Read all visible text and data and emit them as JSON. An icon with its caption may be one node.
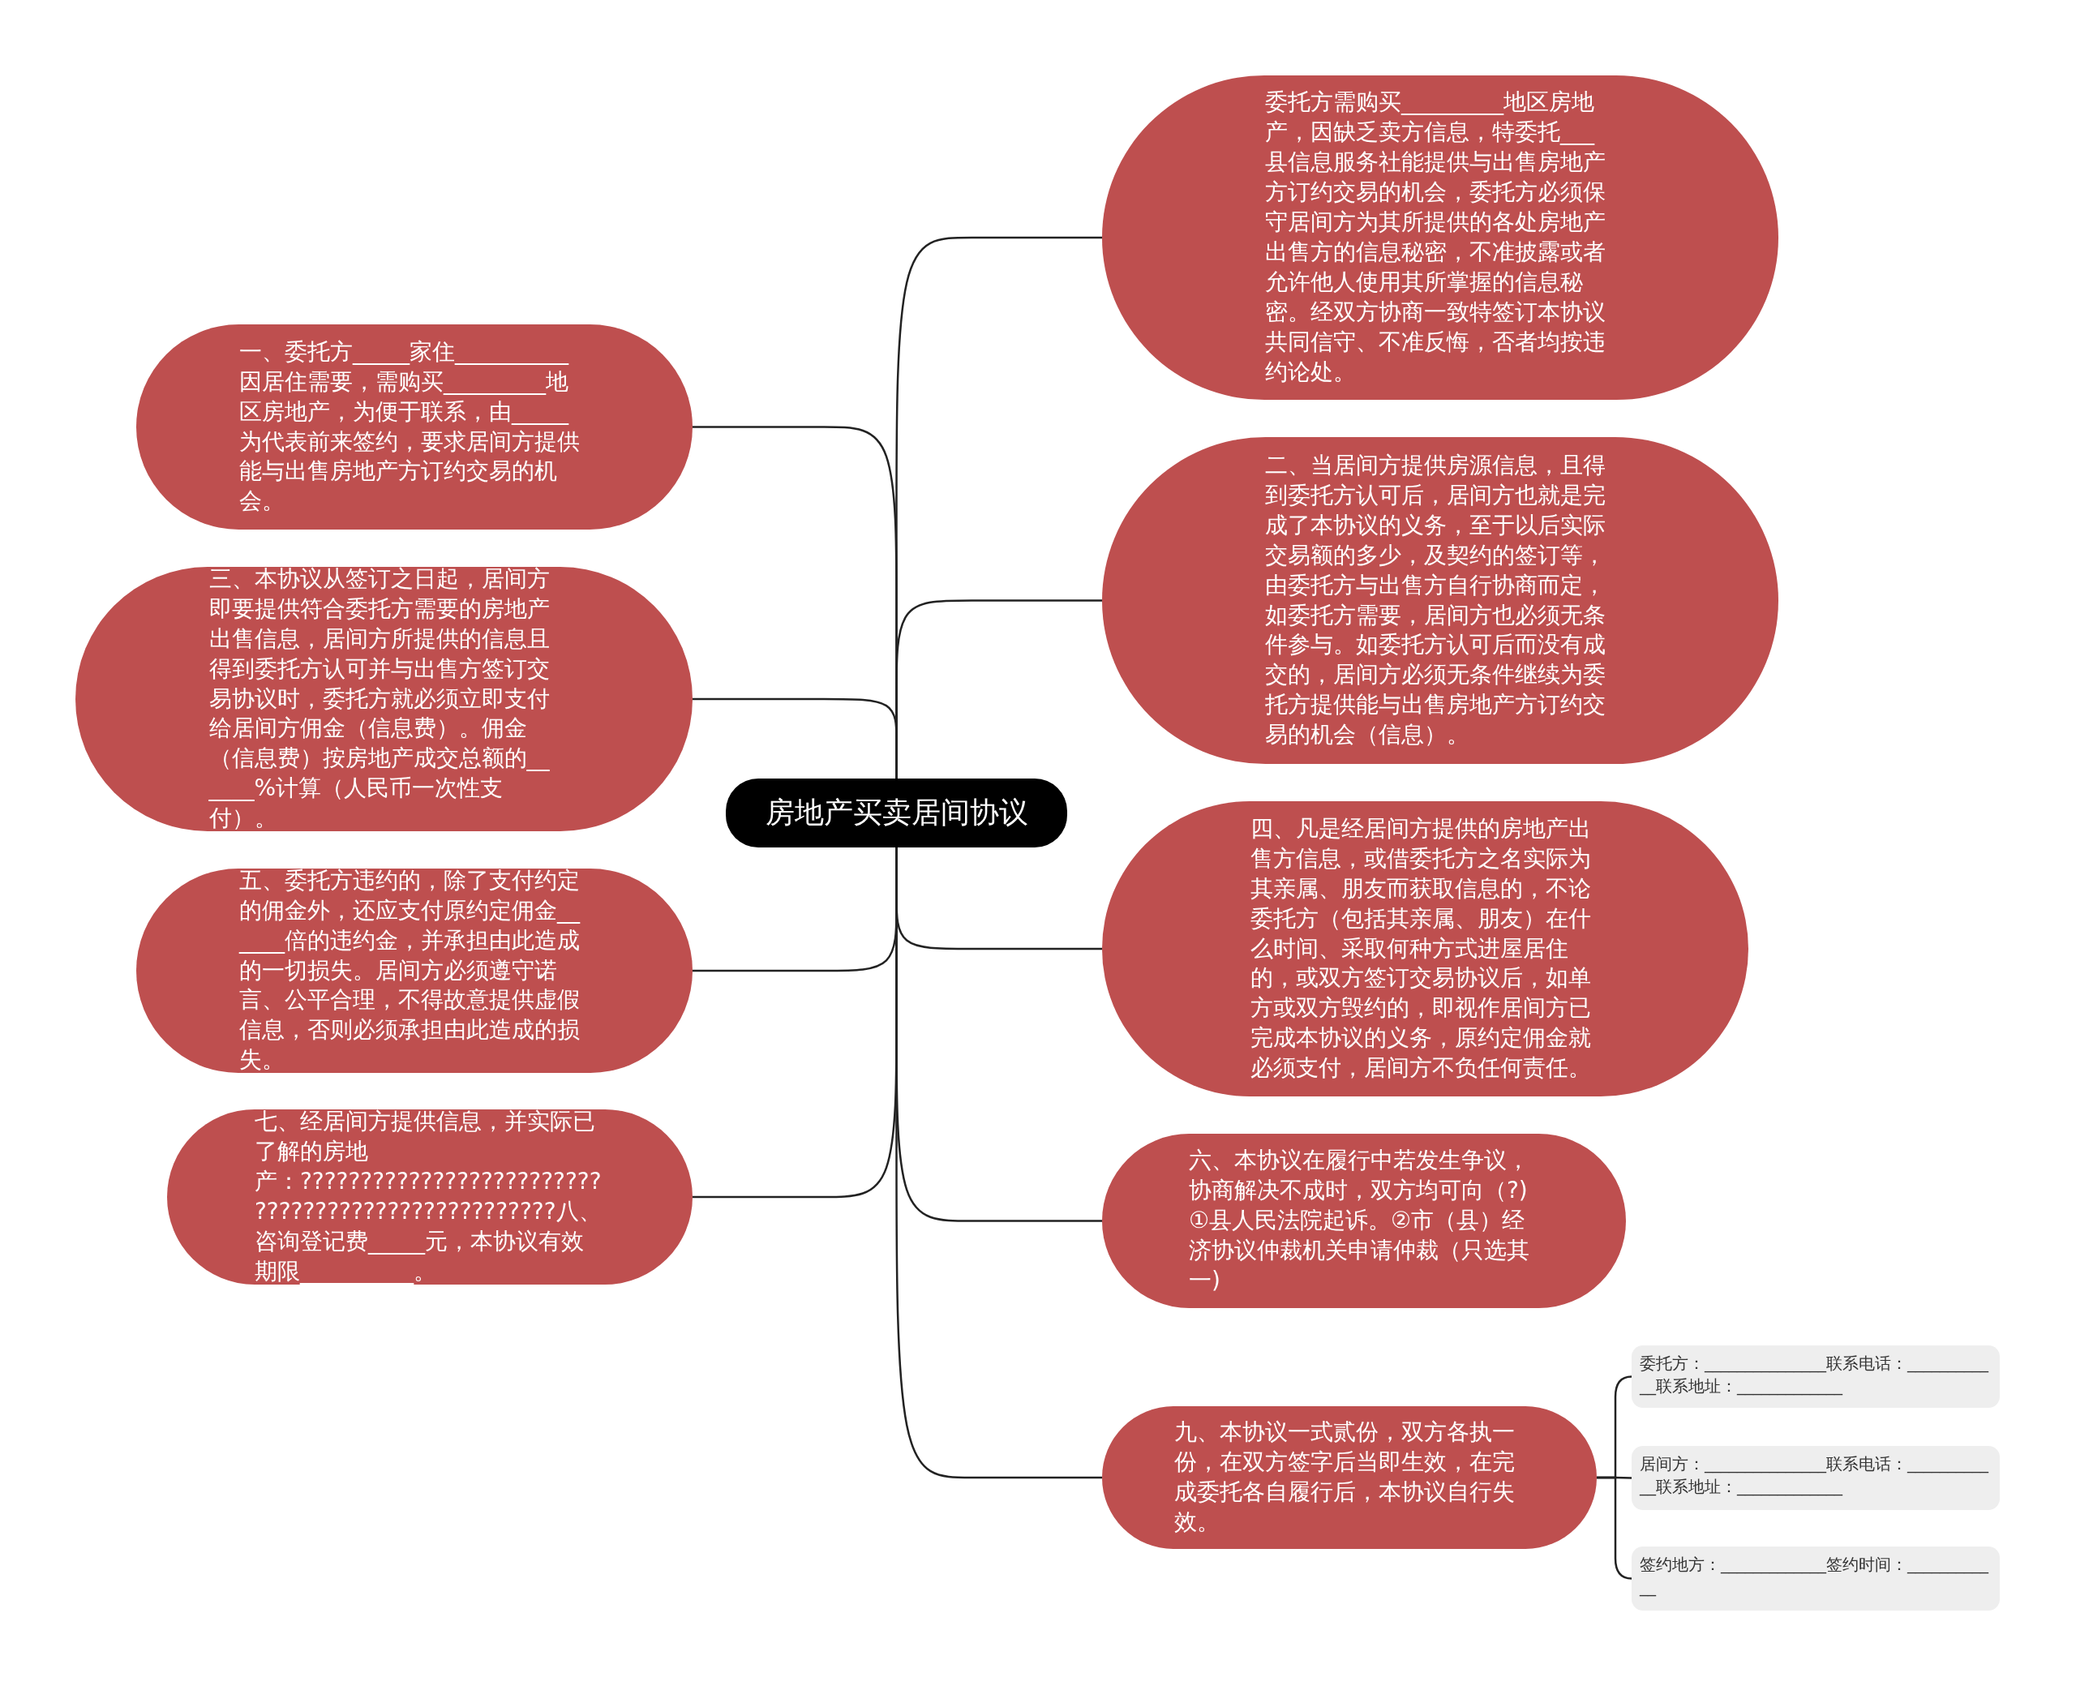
{
  "diagram": {
    "nodes": [
      {
        "text": [
          "房地产买卖居间协议"
        ]
      },
      {
        "text": [
          "委托方需购买_________地区房地产，因缺乏卖方信息，特委托___县信息服务社能提供与出售房地产方订约交易的机会，委托方必须保守居间方为其所提供的各处房地产出售方的信息秘密，不准披露或者允许他人使用其所掌握的信息秘密。经双方协商一致特签订本协议共同信守、不准反悔，否者均按违约论处。"
        ]
      },
      {
        "text": [
          "一、委托方_____家住__________因居住需要，需购买_________地区房地产，为便于联系，由_____为代表前来签约，要求居间方提供能与出售房地产方订约交易的机会。"
        ]
      },
      {
        "text": [
          "二、当居间方提供房源信息，且得到委托方认可后，居间方也就是完成了本协议的义务，至于以后实际交易额的多少，及契约的签订等，由委托方与出售方自行协商而定，如委托方需要，居间方也必须无条件参与。如委托方认可后而没有成交的，居间方必须无条件继续为委托方提供能与出售房地产方订约交易的机会（信息）。"
        ]
      },
      {
        "text": [
          "三、本协议从签订之日起，居间方即要提供符合委托方需要的房地产出售信息，居间方所提供的信息且得到委托方认可并与出售方签订交易协议时，委托方就必须立即支付给居间方佣金（信息费）。佣金（信息费）按房地产成交总额的______%计算（人民币一次性支付）。"
        ]
      },
      {
        "text": [
          "四、凡是经居间方提供的房地产出售方信息，或借委托方之名实际为其亲属、朋友而获取信息的，不论委托方（包括其亲属、朋友）在什么时间、采取何种方式进屋居住的，或双方签订交易协议后，如单方或双方毁约的，即视作居间方已完成本协议的义务，原约定佣金就必须支付，居间方不负任何责任。"
        ]
      },
      {
        "text": [
          "五、委托方违约的，除了支付约定的佣金外，还应支付原约定佣金______倍的违约金，并承担由此造成的一切损失。居间方必须遵守诺言、公平合理，不得故意提供虚假信息，否则必须承担由此造成的损失。"
        ]
      },
      {
        "text": [
          "六、本协议在履行中若发生争议，协商解决不成时，双方均可向（?)①县人民法院起诉。②市（县）经济协议仲裁机关申请仲裁（只选其一)"
        ]
      },
      {
        "text": [
          "七、经居间方提供信息，并实际已了解的房地产：??????????????????????????????????????????????????八、咨询登记费_____元，本协议有效期限__________。"
        ]
      },
      {
        "text": [
          "九、本协议一式贰份，双方各执一份，在双方签字后当即生效，在完成委托各自履行后，本协议自行失效。"
        ]
      },
      {
        "text": [
          "委托方：_______________联系电话：____________联系地址：_____________"
        ]
      },
      {
        "text": [
          "居间方：_______________联系电话：____________联系地址：_____________"
        ]
      },
      {
        "text": [
          "签约地方：_____________签约时间：____________"
        ]
      }
    ],
    "edges": [
      {
        "from": 0,
        "to": 1,
        "arrow": "none"
      },
      {
        "from": 0,
        "to": 2,
        "arrow": "none"
      },
      {
        "from": 0,
        "to": 3,
        "arrow": "none"
      },
      {
        "from": 0,
        "to": 4,
        "arrow": "none"
      },
      {
        "from": 0,
        "to": 5,
        "arrow": "none"
      },
      {
        "from": 0,
        "to": 6,
        "arrow": "none"
      },
      {
        "from": 0,
        "to": 7,
        "arrow": "none"
      },
      {
        "from": 0,
        "to": 8,
        "arrow": "none"
      },
      {
        "from": 0,
        "to": 9,
        "arrow": "none"
      },
      {
        "from": 9,
        "to": 10,
        "arrow": "none"
      },
      {
        "from": 9,
        "to": 11,
        "arrow": "none"
      },
      {
        "from": 9,
        "to": 12,
        "arrow": "none"
      }
    ]
  }
}
